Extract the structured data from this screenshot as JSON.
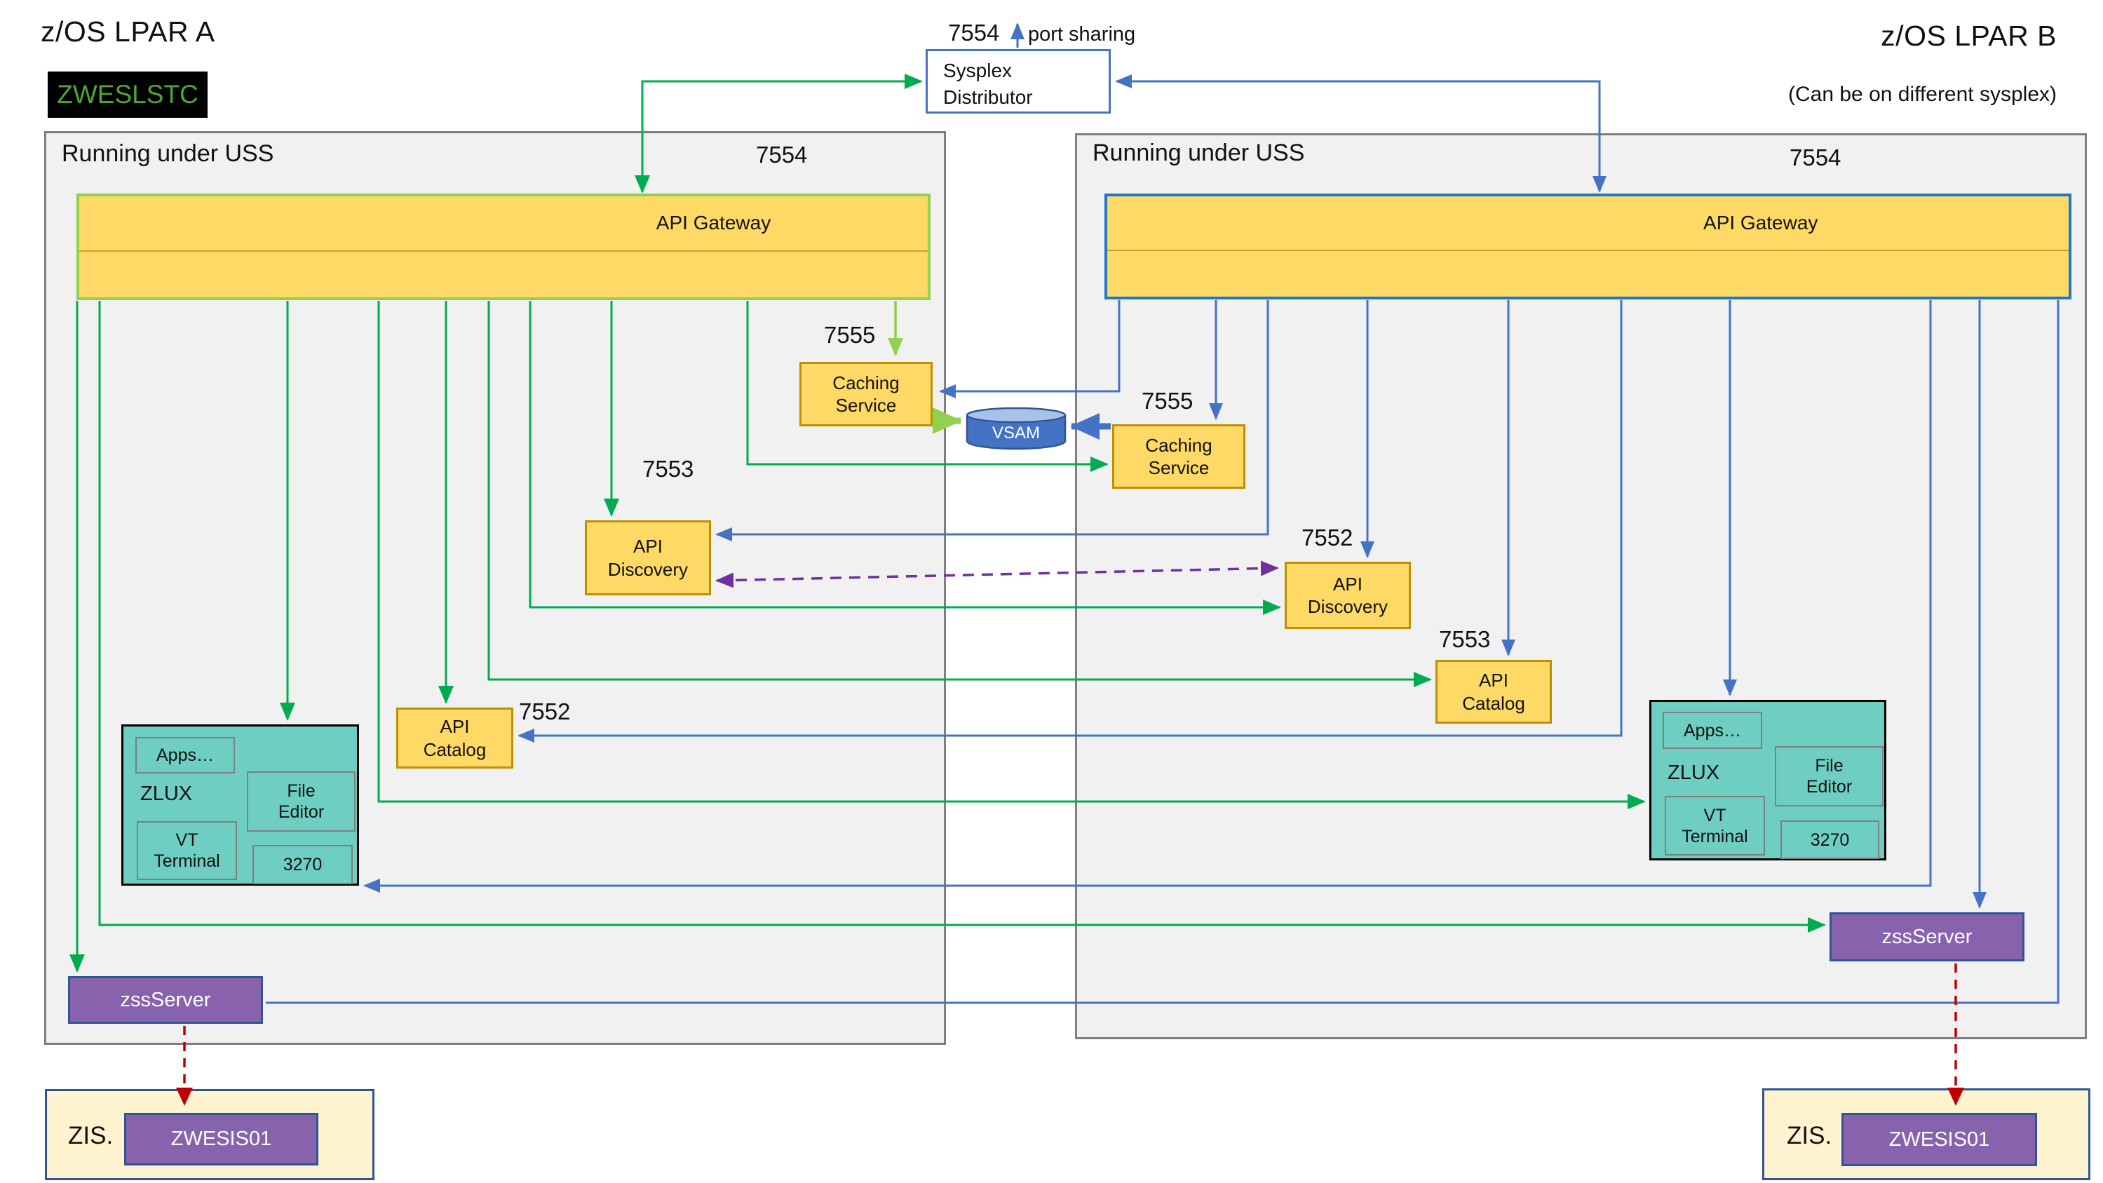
{
  "colors": {
    "green": "#00AC4F",
    "yellow_green": "#92D050",
    "blue": "#4472C4",
    "purple_dashed": "#7030A0",
    "red_dashed": "#C00000",
    "component_fill": "#FFD966",
    "component_border": "#BF9000",
    "zlux_fill": "#6FCEC2",
    "server_purple": "#8763AE",
    "zis_fill": "#FEF3CF",
    "panel_fill": "#F1F1F2",
    "badge_text_green": "#4EA72E",
    "vsam_blue": "#4472C4"
  },
  "sysplex": {
    "label": "Sysplex Distributor",
    "port": "7554",
    "port_note": "port sharing"
  },
  "vsam": {
    "label": "VSAM"
  },
  "lpar_a": {
    "title": "z/OS LPAR A",
    "job_badge": "ZWESLSTC",
    "uss_label": "Running under USS",
    "gateway": {
      "label": "API Gateway",
      "port": "7554"
    },
    "caching": {
      "label": "Caching Service",
      "port": "7555"
    },
    "discovery": {
      "label": "API Discovery",
      "port": "7553"
    },
    "catalog": {
      "label": "API Catalog",
      "port": "7552"
    },
    "zlux": {
      "label": "ZLUX",
      "apps": "Apps…",
      "file_editor": "File Editor",
      "vt_terminal": "VT Terminal",
      "terminal_3270": "3270"
    },
    "zss": {
      "label": "zssServer"
    },
    "zis": {
      "label": "ZIS.",
      "server": "ZWESIS01"
    }
  },
  "lpar_b": {
    "title": "z/OS LPAR B",
    "subtitle": "(Can be on different sysplex)",
    "uss_label": "Running under USS",
    "gateway": {
      "label": "API Gateway",
      "port": "7554"
    },
    "caching": {
      "label": "Caching Service",
      "port": "7555"
    },
    "discovery": {
      "label": "API Discovery",
      "port": "7552"
    },
    "catalog": {
      "label": "API Catalog",
      "port": "7553"
    },
    "zlux": {
      "label": "ZLUX",
      "apps": "Apps…",
      "file_editor": "File Editor",
      "vt_terminal": "VT Terminal",
      "terminal_3270": "3270"
    },
    "zss": {
      "label": "zssServer"
    },
    "zis": {
      "label": "ZIS.",
      "server": "ZWESIS01"
    }
  }
}
